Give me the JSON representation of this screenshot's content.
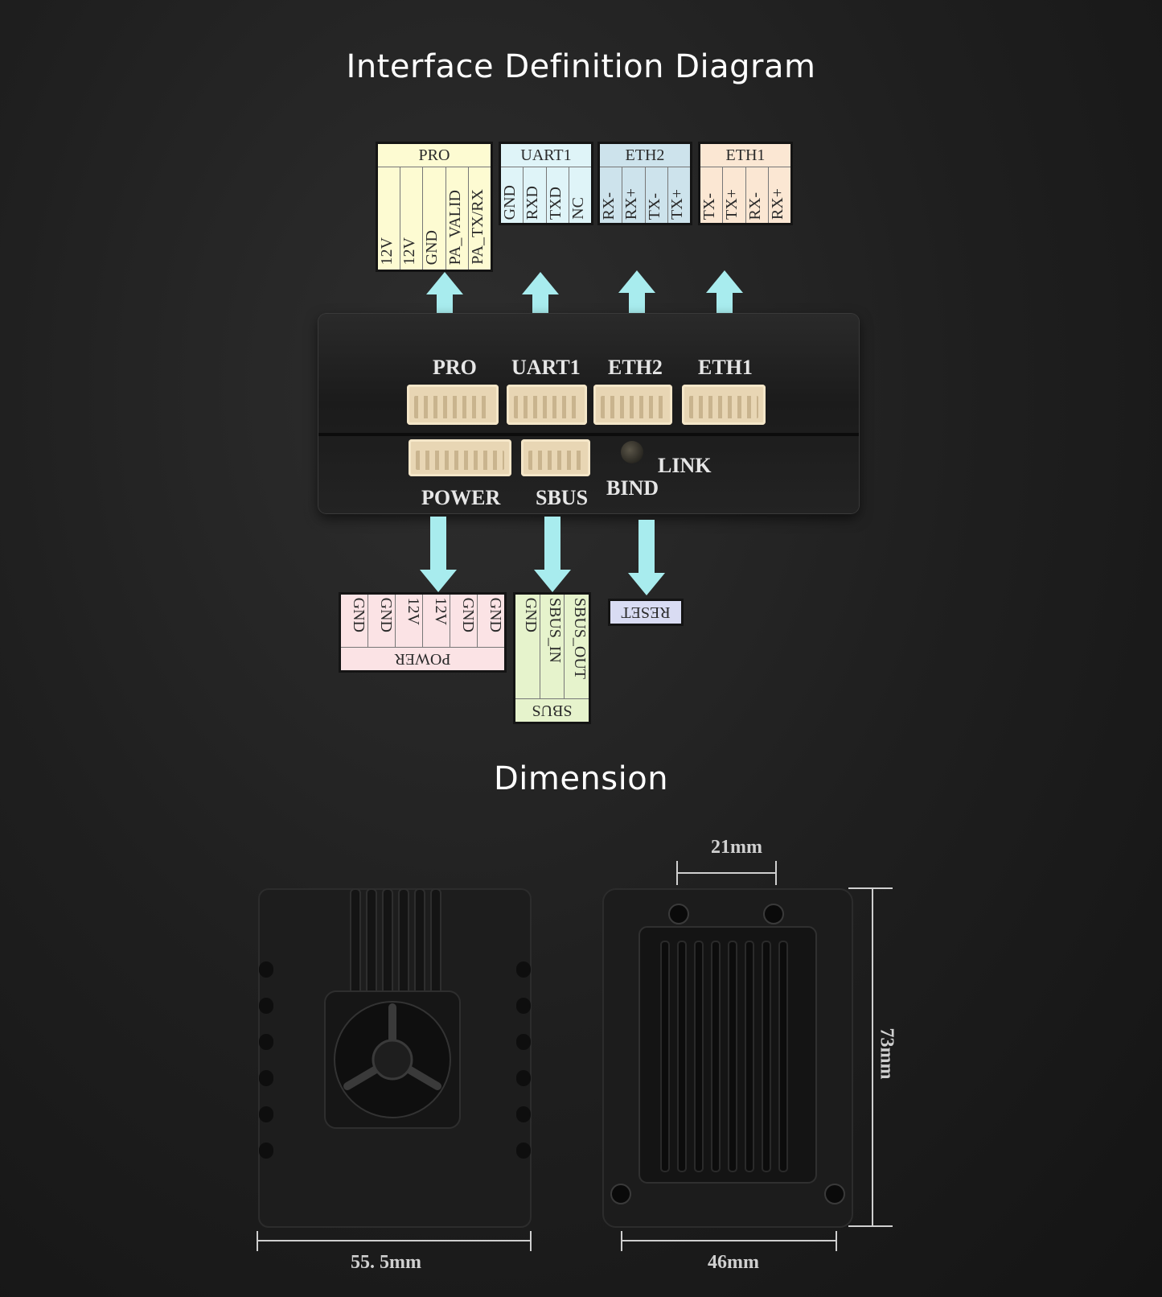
{
  "titles": {
    "interface": "Interface Definition Diagram",
    "dimension": "Dimension"
  },
  "colors": {
    "pro": "#fdfbd2",
    "uart1": "#dff4f8",
    "eth2": "#cde3ec",
    "eth1": "#fbe7d3",
    "power": "#fbe3e5",
    "sbus": "#e6f3cc",
    "reset": "#d9dcf3",
    "arrow": "#a8ecee"
  },
  "top_connectors": [
    {
      "name": "PRO",
      "pins": [
        "12V",
        "12V",
        "GND",
        "PA_VALID",
        "PA_TX/RX"
      ]
    },
    {
      "name": "UART1",
      "pins": [
        "GND",
        "RXD",
        "TXD",
        "NC"
      ]
    },
    {
      "name": "ETH2",
      "pins": [
        "RX-",
        "RX+",
        "TX-",
        "TX+"
      ]
    },
    {
      "name": "ETH1",
      "pins": [
        "TX-",
        "TX+",
        "RX-",
        "RX+"
      ]
    }
  ],
  "bottom_connectors": [
    {
      "name": "POWER",
      "pins": [
        "GND",
        "GND",
        "12V",
        "12V",
        "GND",
        "GND"
      ]
    },
    {
      "name": "SBUS",
      "pins": [
        "GND",
        "SBUS_IN",
        "SBUS_OUT"
      ]
    }
  ],
  "reset_label": "RESET",
  "device_labels": {
    "pro": "PRO",
    "uart1": "UART1",
    "eth2": "ETH2",
    "eth1": "ETH1",
    "power": "POWER",
    "sbus": "SBUS",
    "bind": "BIND",
    "link": "LINK"
  },
  "dimensions": {
    "width_front": "55. 5mm",
    "width_back": "46mm",
    "top_hole": "21mm",
    "height": "73mm"
  }
}
